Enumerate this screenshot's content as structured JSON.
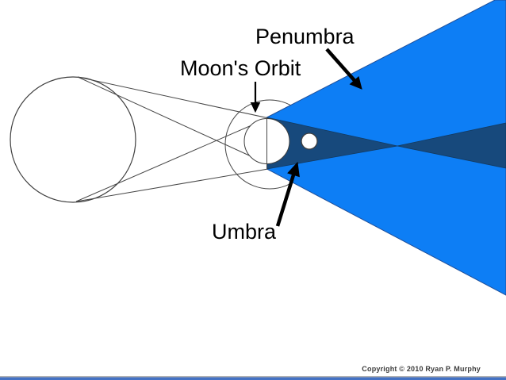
{
  "labels": {
    "penumbra": "Penumbra",
    "moons_orbit": "Moon's Orbit",
    "umbra": "Umbra"
  },
  "footer": {
    "copyright": "Copyright © 2010 Ryan P. Murphy"
  },
  "colors": {
    "penumbra_fill": "#0d7ef5",
    "penumbra_edge": "#1f4f9a",
    "umbra_fill": "#17497c",
    "umbra_edge": "#123a61",
    "ray_line": "#474747",
    "circle_outline": "#3f3f3f",
    "arrow": "#000000",
    "footer_bar": "#4472c4",
    "footer_line": "#b3b3b3"
  }
}
